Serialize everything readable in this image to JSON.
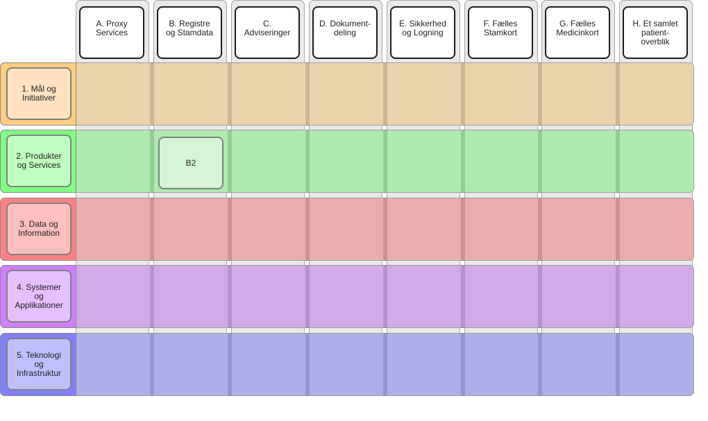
{
  "columns": [
    {
      "id": "a",
      "label": "A. Proxy\nServices"
    },
    {
      "id": "b",
      "label": "B. Registre\nog Stamdata"
    },
    {
      "id": "c",
      "label": "C.\nAdviseringer"
    },
    {
      "id": "d",
      "label": "D. Dokument-\ndeling"
    },
    {
      "id": "e",
      "label": "E. Sikkerhed\nog Logning"
    },
    {
      "id": "f",
      "label": "F. Fælles\nStamkort"
    },
    {
      "id": "g",
      "label": "G. Fælles\nMedicinkort"
    },
    {
      "id": "h",
      "label": "H. Et samlet\npatient-\noverblik"
    }
  ],
  "rows": [
    {
      "id": "1",
      "label": "1. Mål og\nInitiativer",
      "band_color": "#ecd2ab",
      "head_color": "#ffcc80",
      "label_fill": "#ffe3bf"
    },
    {
      "id": "2",
      "label": "2. Produkter\nog Services",
      "band_color": "#adeaad",
      "head_color": "#80ff80",
      "label_fill": "#bfffbf"
    },
    {
      "id": "3",
      "label": "3. Data og\nInformation",
      "band_color": "#eaacac",
      "head_color": "#ff8080",
      "label_fill": "#ffbfbf"
    },
    {
      "id": "4",
      "label": "4. Systemer\nog\nApplikationer",
      "band_color": "#d2aaea",
      "head_color": "#cc80ff",
      "label_fill": "#e5bfff"
    },
    {
      "id": "5",
      "label": "5. Teknologi\nog\nInfrastruktur",
      "band_color": "#aeaeea",
      "head_color": "#8080ff",
      "label_fill": "#bfbfff"
    }
  ],
  "cells": [
    {
      "row": "2",
      "col": "b",
      "label": "B2",
      "fill": "#d5f5d5"
    }
  ]
}
